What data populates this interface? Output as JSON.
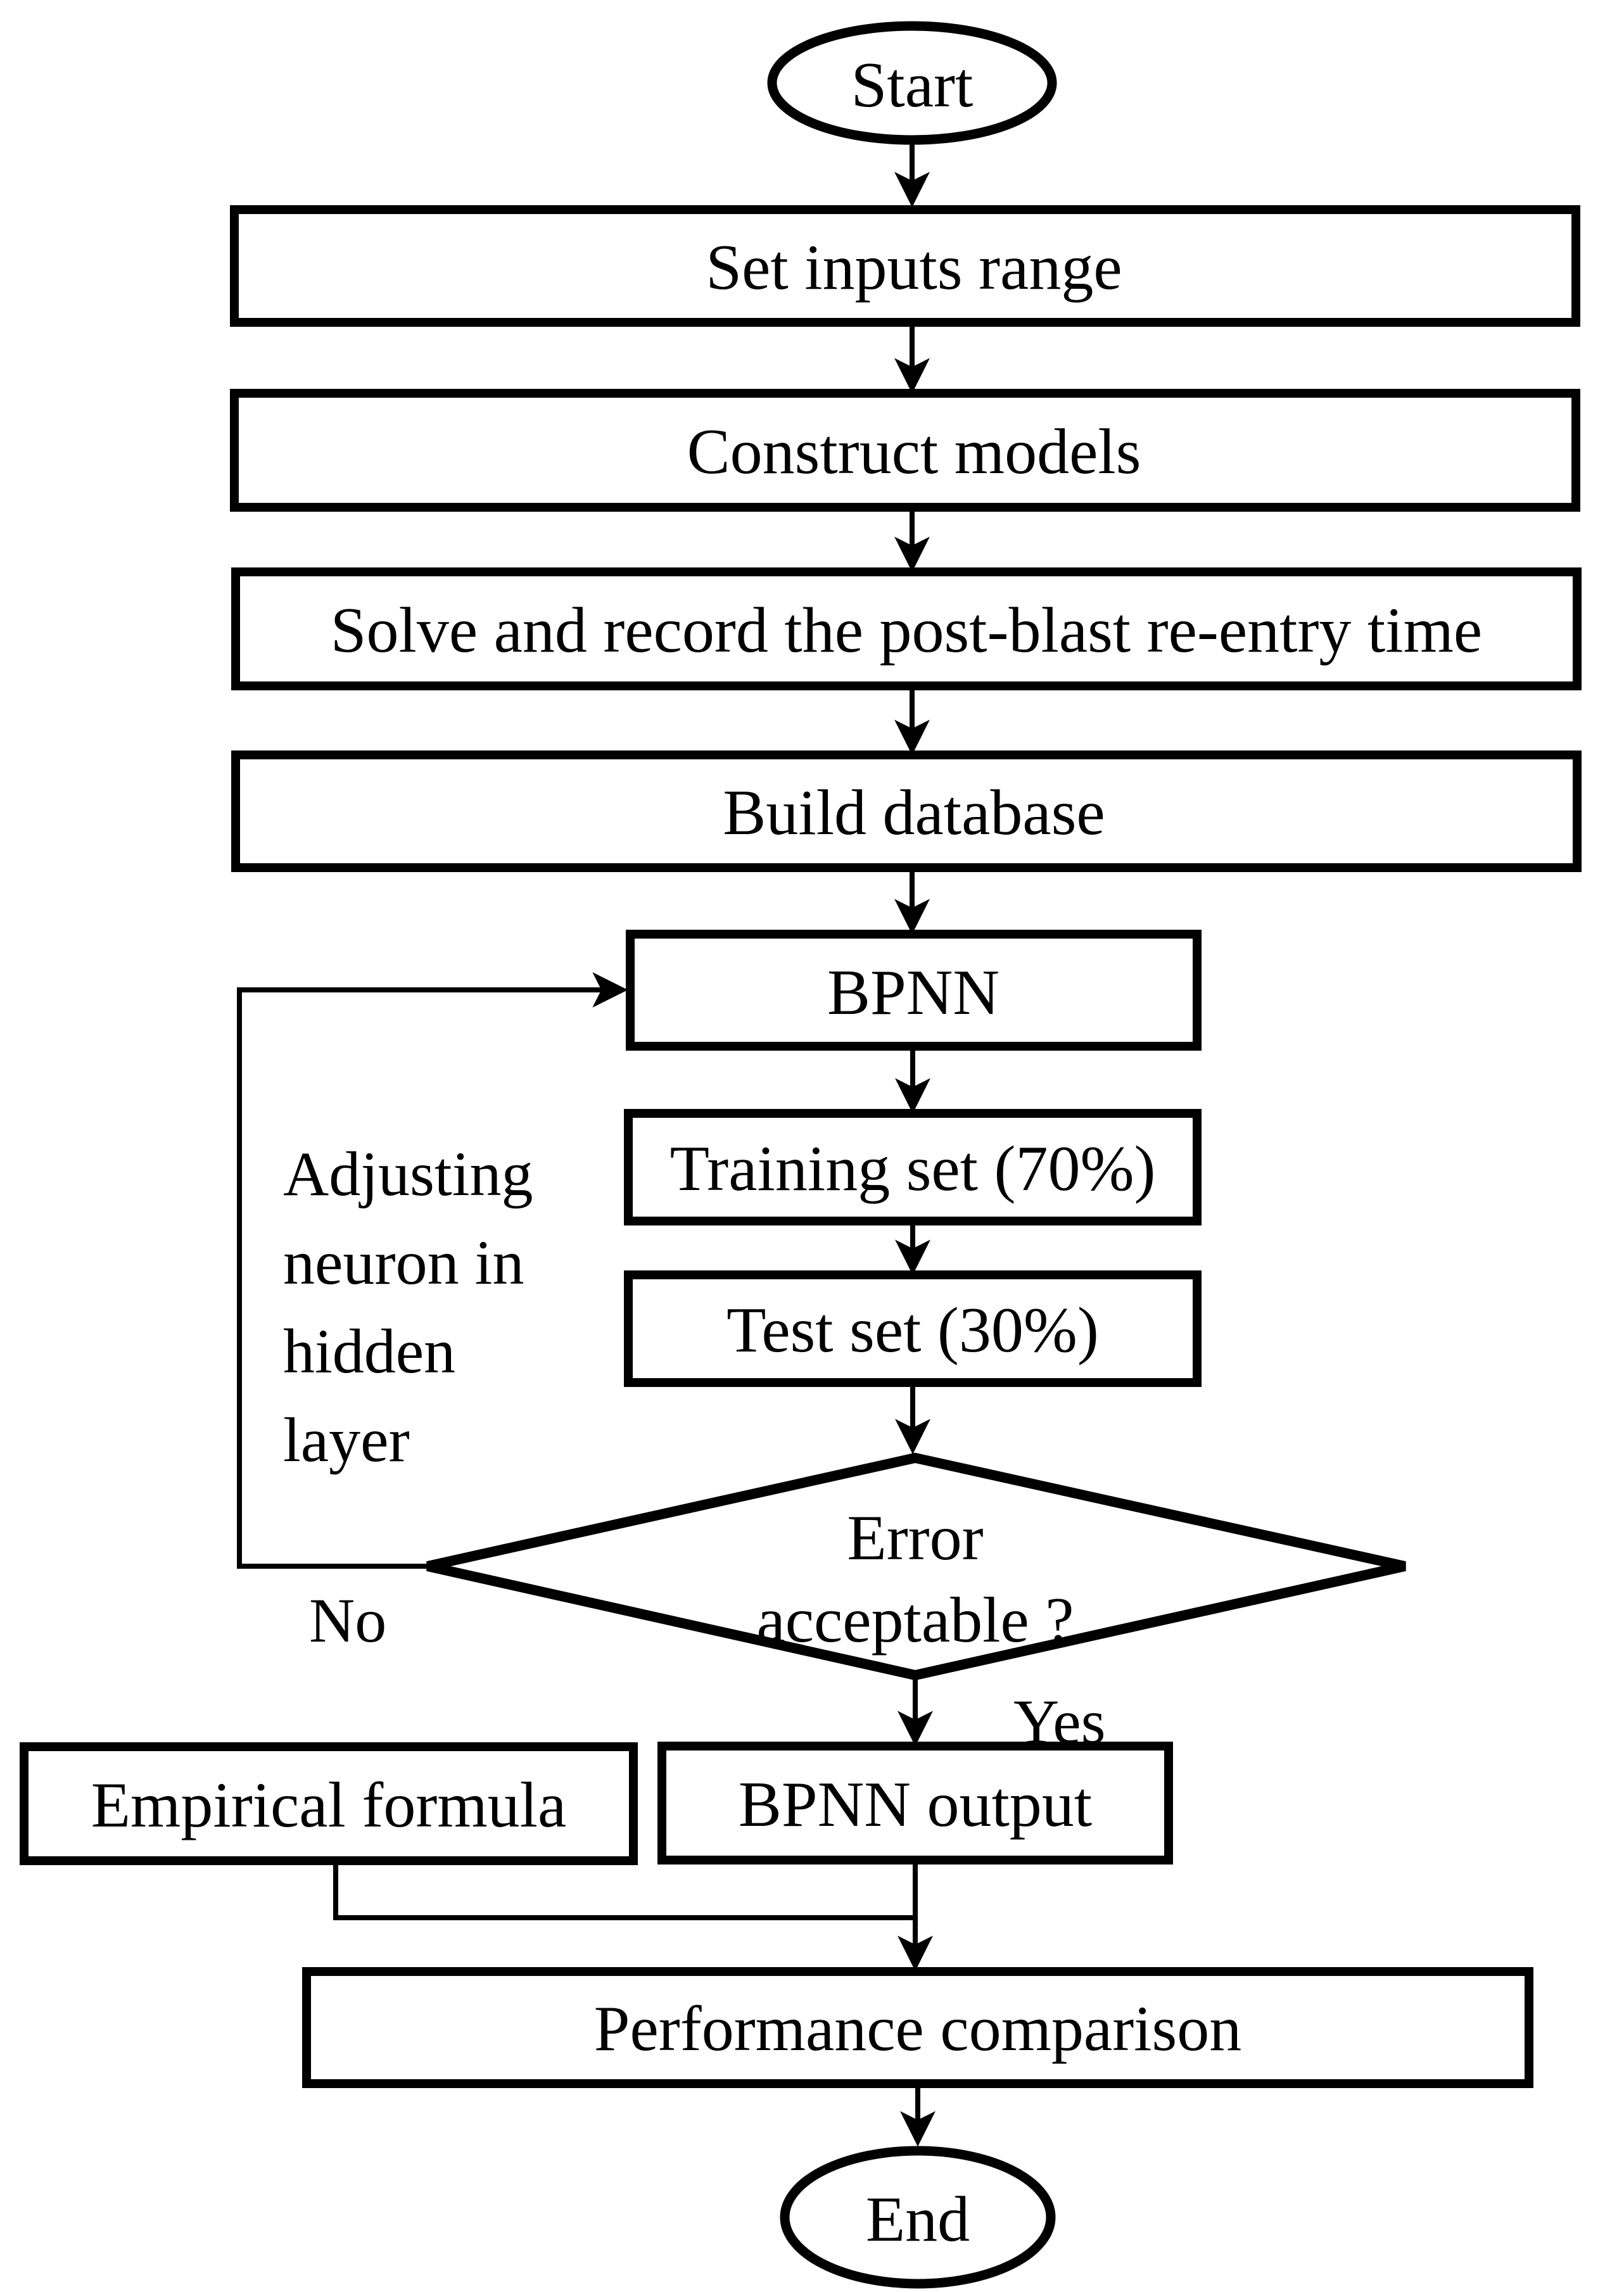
{
  "page": {
    "background_color": "#ffffff",
    "stroke_color": "#000000",
    "text_color": "#000000"
  },
  "flowchart": {
    "nodes": {
      "start": {
        "label": "Start"
      },
      "set_inputs_range": {
        "label": "Set inputs range"
      },
      "construct_models": {
        "label": "Construct models"
      },
      "solve_record": {
        "label": "Solve and record the post-blast re-entry time"
      },
      "build_database": {
        "label": "Build database"
      },
      "bpnn": {
        "label": "BPNN"
      },
      "training_set": {
        "label": "Training set (70%)"
      },
      "test_set": {
        "label": "Test set (30%)"
      },
      "decision": {
        "line1": "Error",
        "line2": "acceptable ?"
      },
      "empirical_formula": {
        "label": "Empirical formula"
      },
      "bpnn_output": {
        "label": "BPNN output"
      },
      "performance_comparison": {
        "label": "Performance comparison"
      },
      "end": {
        "label": "End"
      }
    },
    "labels": {
      "yes": "Yes",
      "no": "No",
      "loop_line1": "Adjusting",
      "loop_line2": "neuron in",
      "loop_line3": "hidden",
      "loop_line4": "layer"
    }
  }
}
